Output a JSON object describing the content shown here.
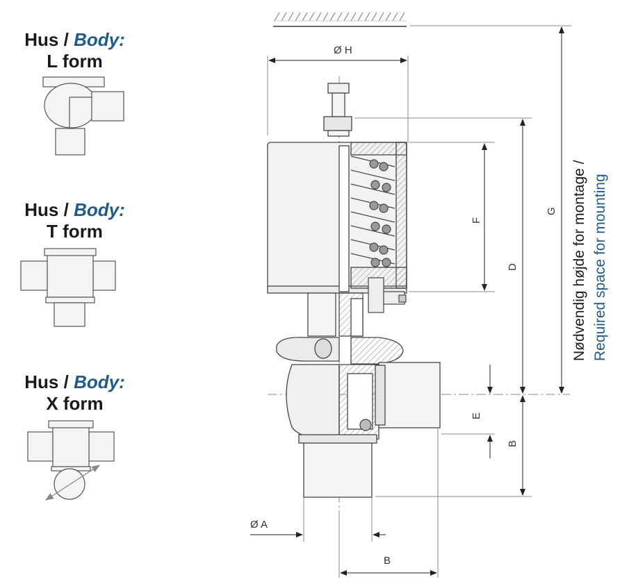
{
  "bodies": [
    {
      "prefix": "Hus / ",
      "en": "Body:",
      "form": "L form"
    },
    {
      "prefix": "Hus / ",
      "en": "Body:",
      "form": "T form"
    },
    {
      "prefix": "Hus / ",
      "en": "Body:",
      "form": "X form"
    }
  ],
  "dims": {
    "H": "Ø H",
    "A": "Ø A",
    "B": "B",
    "B2": "B",
    "D": "D",
    "E": "E",
    "F": "F",
    "G": "G"
  },
  "mounting": {
    "line1": "Nødvendig højde for montage /",
    "line2": "Required space for mounting"
  },
  "colors": {
    "accent": "#1f5a8a",
    "line": "#444444",
    "fill": "#f2f2f2",
    "hatch": "#999999"
  }
}
